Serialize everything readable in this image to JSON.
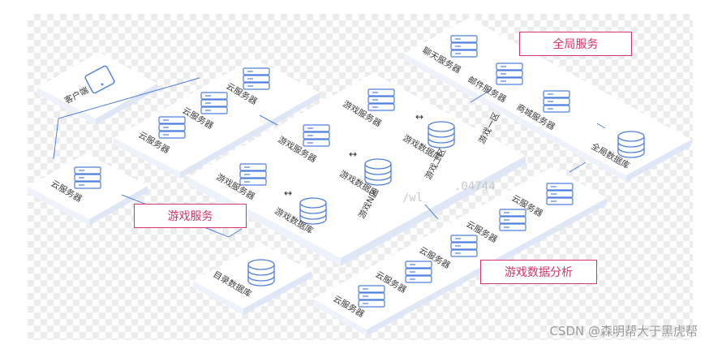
{
  "diagram": {
    "labels": {
      "client": "客户端",
      "cloud_server": "云服务器",
      "game_server": "游戏服务器",
      "game_db": "游戏数据库",
      "chat_server": "聊天服务器",
      "mail_server": "邮件服务器",
      "mall_server": "商城服务器",
      "global_db": "全局数据库",
      "directory_db": "目录数据库",
      "area_1": "游戏一区",
      "area_2": "游戏二区",
      "area_n": "游戏N区",
      "faint_text": "/wl",
      "faint_text2": ".04744"
    },
    "callouts": {
      "global_services": "全局服务",
      "game_services": "游戏服务",
      "analytics": "游戏数据分析"
    },
    "arrow_glyph": "↔"
  },
  "watermark": "CSDN @森明帮大于黑虎帮",
  "colors": {
    "accent_blue": "#4d7fe0",
    "callout_red": "#d6336c"
  }
}
